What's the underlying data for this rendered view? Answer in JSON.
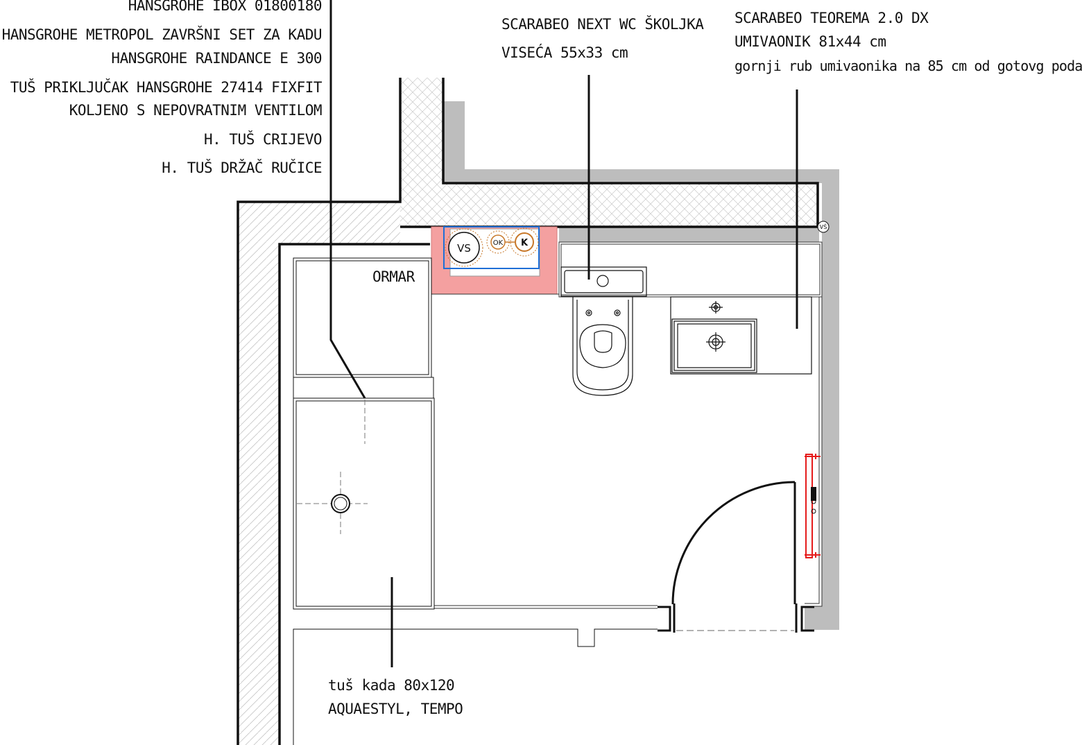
{
  "labels": {
    "ibox": "HANSGROHE IBOX 01800180",
    "metropol": "HANSGROHE METROPOL ZAVRŠNI SET ZA KADU",
    "raindance": "HANSGROHE RAINDANCE E 300",
    "fixfit": "TUŠ PRIKLJUČAK HANSGROHE 27414 FIXFIT",
    "koljeno": "KOLJENO S NEPOVRATNIM VENTILOM",
    "crijevo": "H. TUŠ CRIJEVO",
    "drzac": "H. TUŠ DRŽAČ RUČICE",
    "wc_line1": "SCARABEO NEXT WC ŠKOLJKA",
    "wc_line2": "VISEĆA 55x33 cm",
    "sink_line1": "SCARABEO TEOREMA 2.0 DX",
    "sink_line2": "UMIVAONIK 81x44 cm",
    "sink_line3": "gornji rub umivaonika na 85 cm od gotovg poda",
    "ormar": "ORMAR",
    "tub_line1": "tuš kada 80x120",
    "tub_line2": "AQUAESTYL, TEMPO"
  },
  "symbols": {
    "vs": "VS",
    "ok": "OK",
    "k": "K",
    "vs_small": "VŠ"
  },
  "colors": {
    "wall_gray": "#bdbdbd",
    "installation_red": "#f4a0a0",
    "frame_blue": "#1f6fd6",
    "pipe_orange": "#c8782a",
    "radiator_red": "#e51b1b",
    "line": "#111111"
  }
}
